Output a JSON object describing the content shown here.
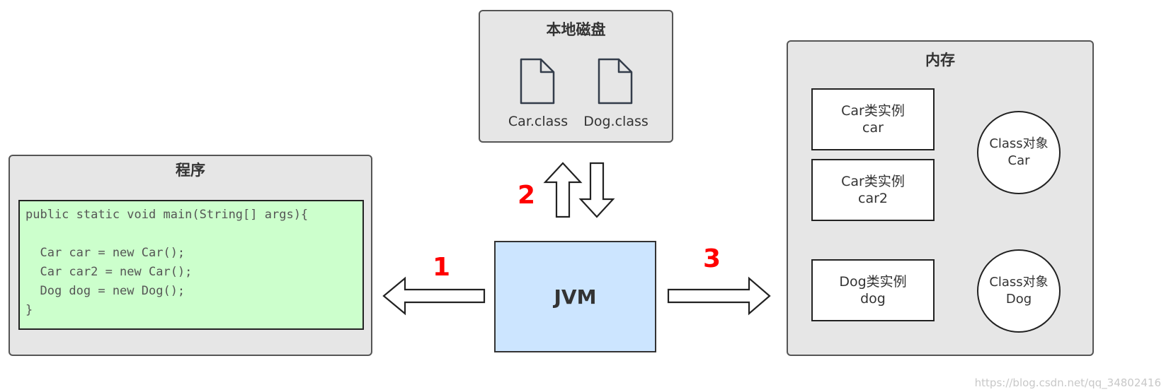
{
  "program": {
    "title": "程序",
    "code_lines": [
      "public static void main(String[] args){",
      "",
      "  Car car = new Car();",
      "  Car car2 = new Car();",
      "  Dog dog = new Dog();",
      "}"
    ]
  },
  "disk": {
    "title": "本地磁盘",
    "files": [
      "Car.class",
      "Dog.class"
    ]
  },
  "jvm": {
    "label": "JVM"
  },
  "steps": [
    "1",
    "2",
    "3"
  ],
  "memory": {
    "title": "内存",
    "instances": [
      {
        "line1": "Car类实例",
        "line2": "car"
      },
      {
        "line1": "Car类实例",
        "line2": "car2"
      },
      {
        "line1": "Dog类实例",
        "line2": "dog"
      }
    ],
    "class_objects": [
      {
        "line1": "Class对象",
        "line2": "Car"
      },
      {
        "line1": "Class对象",
        "line2": "Dog"
      }
    ]
  },
  "watermark": "https://blog.csdn.net/qq_34802416",
  "colors": {
    "panel_bg": "#e6e6e6",
    "code_bg": "#ccffcc",
    "jvm_bg": "#cce5ff",
    "step_color": "#ff0000"
  }
}
